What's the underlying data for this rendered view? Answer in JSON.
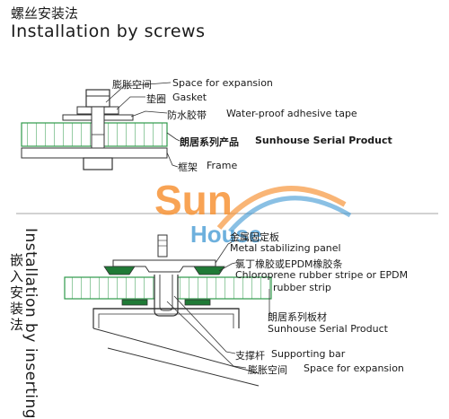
{
  "section1": {
    "title_cn": "螺丝安装法",
    "title_en": "Installation by screws",
    "labels": {
      "expansion_cn": "膨胀空间",
      "expansion_en": "Space for expansion",
      "gasket_cn": "垫圈",
      "gasket_en": "Gasket",
      "tape_cn": "防水胶带",
      "tape_en": "Water-proof  adhesive tape",
      "product_cn": "朗居系列产品",
      "product_en": "Sunhouse Serial Product",
      "frame_cn": "框架",
      "frame_en": "Frame"
    }
  },
  "section2": {
    "title_en": "Installation by inserting",
    "title_cn": "嵌入安装法",
    "labels": {
      "panel_cn": "金属固定板",
      "panel_en": "Metal stabilizing panel",
      "rubber_cn": "氯丁橡胶或EPDM橡胶条",
      "rubber_en1": "Chloroprene rubber stripe or EPDM",
      "rubber_en2": "rubber strip",
      "product_cn": "朗居系列板材",
      "product_en": "Sunhouse Serial Product",
      "bar_cn": "支撑杆",
      "bar_en": "Supporting bar",
      "expansion_cn": "膨胀空间",
      "expansion_en": "Space for expansion"
    }
  },
  "watermark": {
    "line1": "Sun",
    "line2": "House"
  },
  "colors": {
    "panel_green": "#2e9a4a",
    "rubber_green": "#1f7a36",
    "logo_orange": "#f7963c",
    "logo_blue": "#3c96d2"
  }
}
